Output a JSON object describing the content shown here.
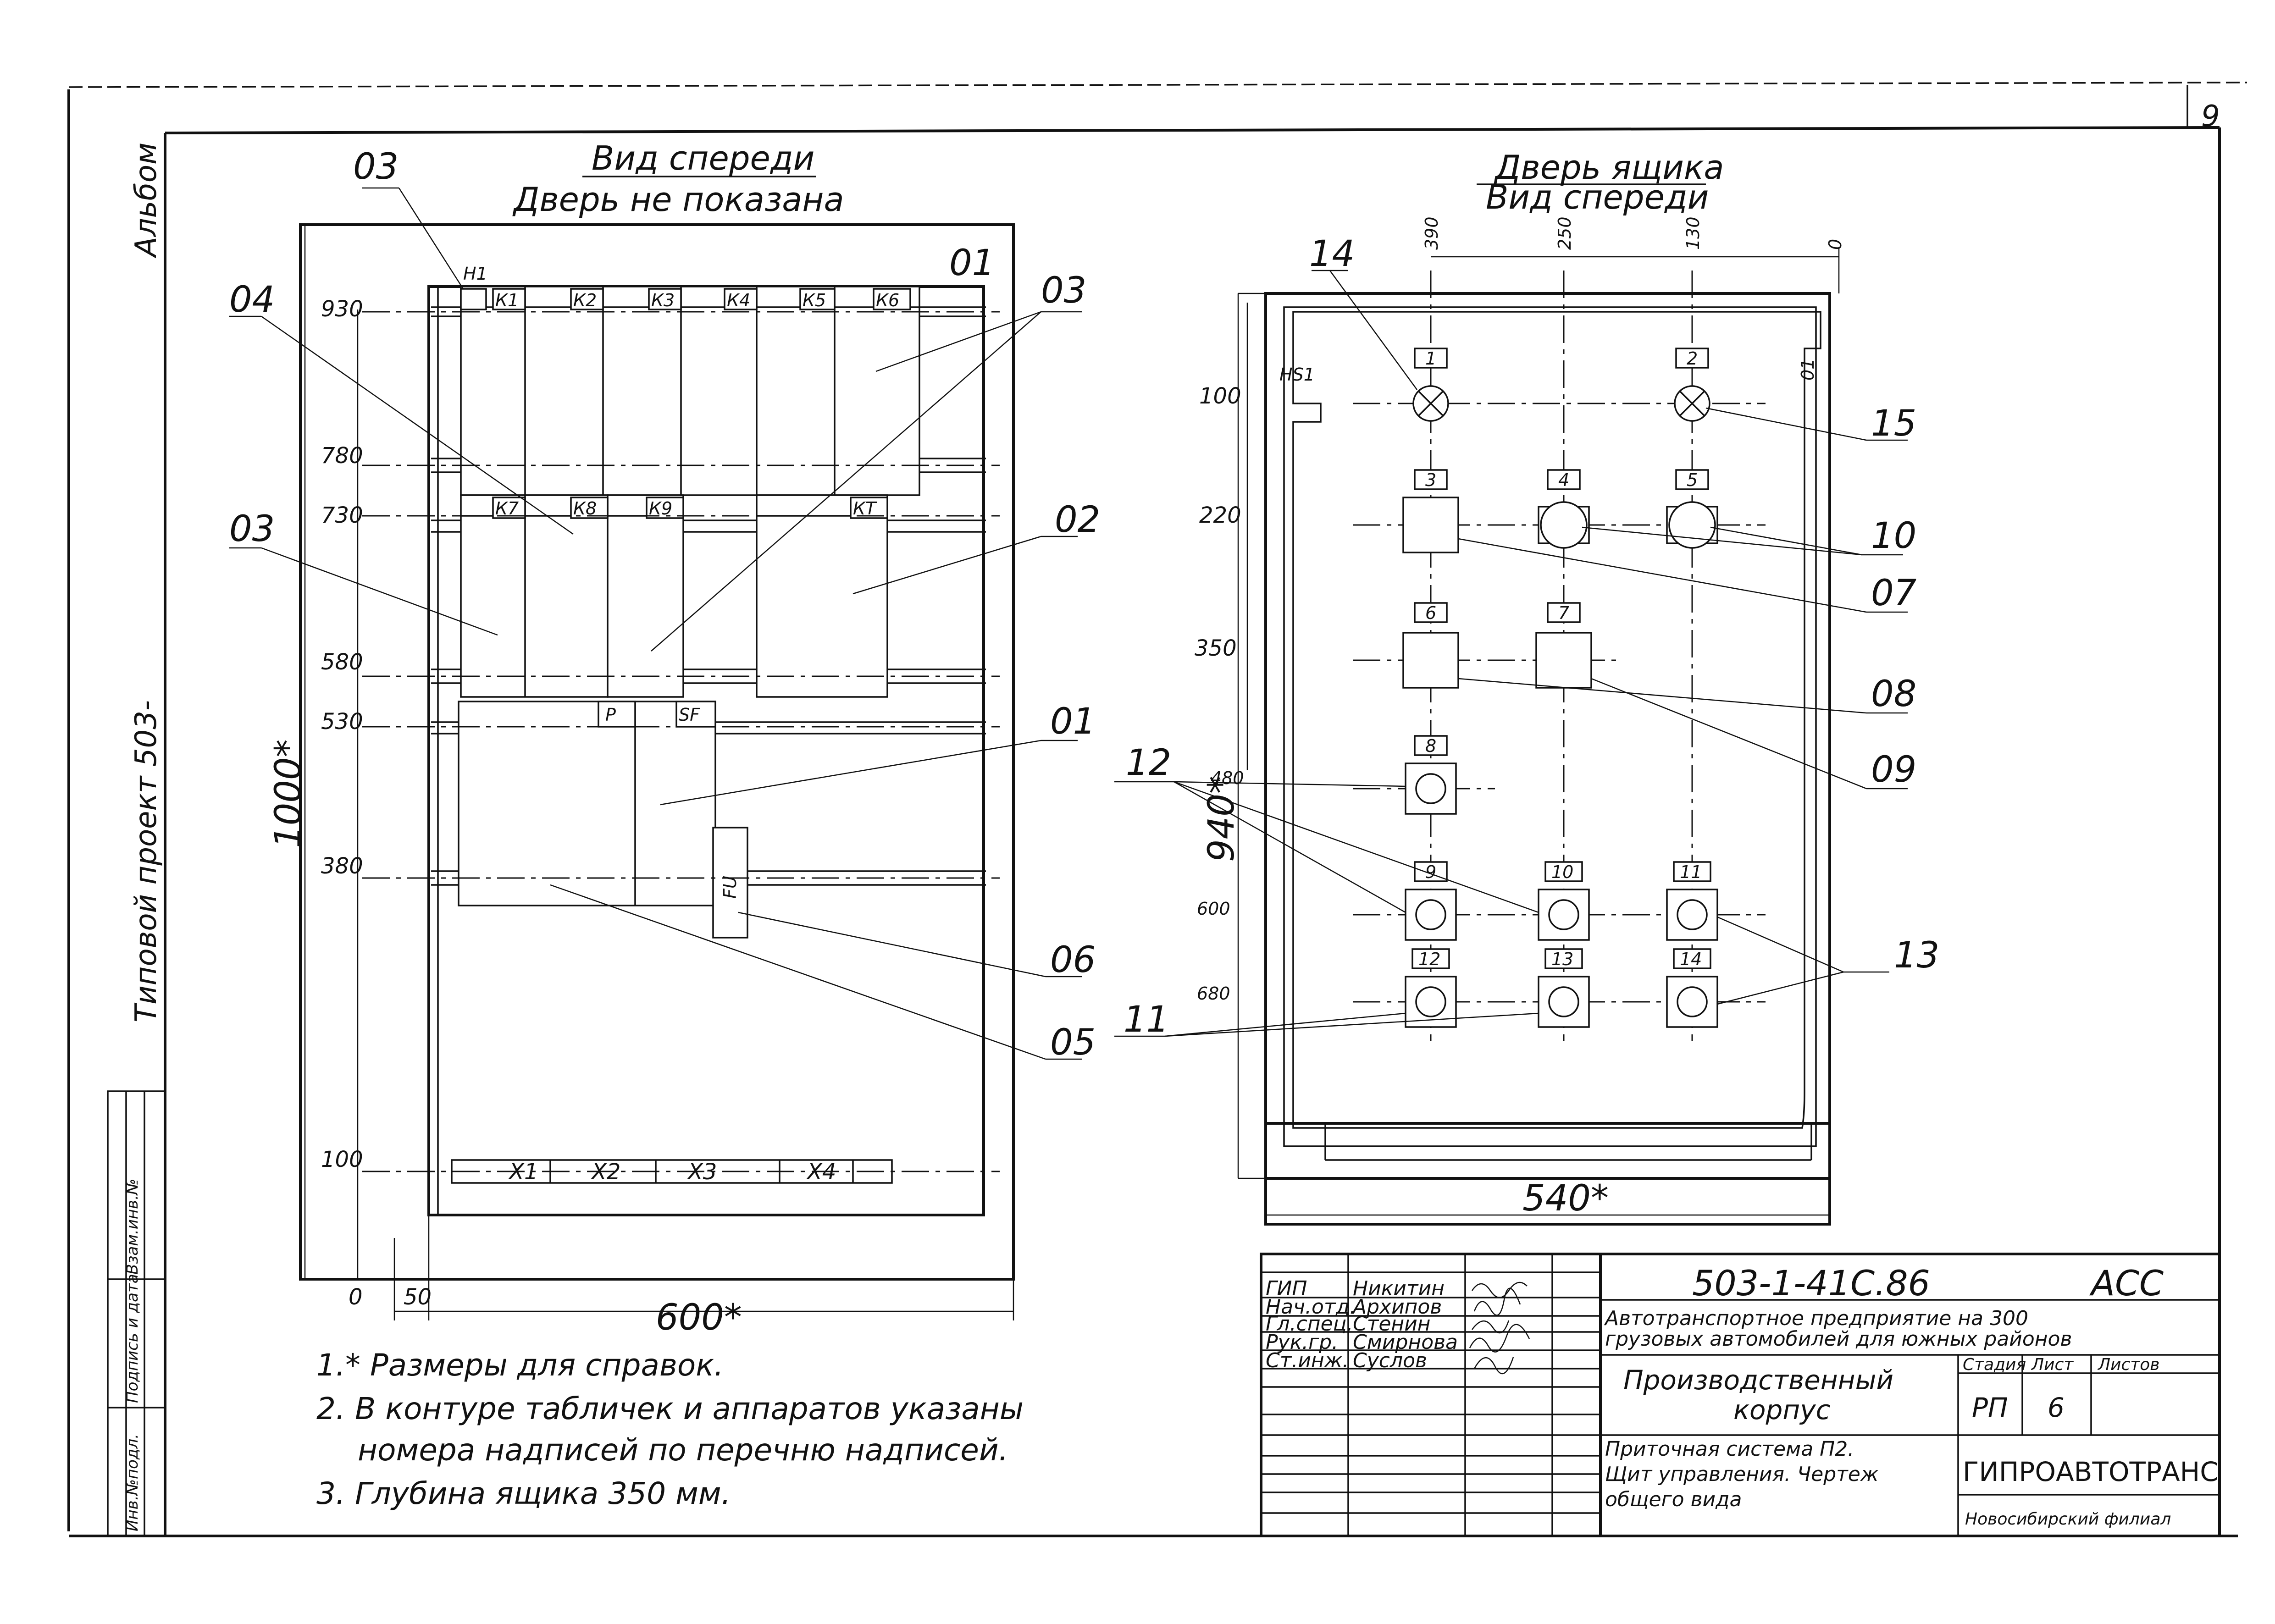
{
  "sheet": {
    "number": "9",
    "album": "Альбом",
    "project_type": "Типовой проект 503-",
    "stamp_cols": [
      "Инв.№подл.",
      "Подпись и дата",
      "Взам.инв.№"
    ]
  },
  "front_view": {
    "title": "Вид спереди",
    "subtitle": "Дверь не показана",
    "tags": {
      "relays_top": [
        "К1",
        "К2",
        "К3",
        "К4",
        "К5",
        "К6"
      ],
      "relays_mid": [
        "К7",
        "К8",
        "К9",
        "КТ"
      ],
      "h1": "Н1",
      "p": "Р",
      "sf": "SF",
      "fu": "FU",
      "terminals": [
        "Х1",
        "Х2",
        "Х3",
        "Х4"
      ]
    },
    "callouts": {
      "c03a": "03",
      "c01": "01",
      "c04": "04",
      "c03b": "03",
      "c03c": "03",
      "c02": "02",
      "c06": "06",
      "c05": "05",
      "c01b": "01"
    },
    "dims": {
      "v930": "930",
      "v780": "780",
      "v730": "730",
      "v580": "580",
      "v530": "530",
      "v380": "380",
      "v100": "100",
      "v0": "0",
      "h50": "50",
      "height": "1000*",
      "width": "600*"
    }
  },
  "door_view": {
    "title": "Дверь ящика",
    "subtitle": "Вид спереди",
    "tags": {
      "hs1": "HS1",
      "q1": "01",
      "plates": [
        "1",
        "2",
        "3",
        "4",
        "5",
        "6",
        "7",
        "8",
        "9",
        "10",
        "11",
        "12",
        "13",
        "14"
      ]
    },
    "callouts": {
      "c14": "14",
      "c15": "15",
      "c10": "10",
      "c07": "07",
      "c08": "08",
      "c09": "09",
      "c12": "12",
      "c13": "13",
      "c11": "11"
    },
    "dims": {
      "t390": "390",
      "t250": "250",
      "t130": "130",
      "t0": "0",
      "r100": "100",
      "r220": "220",
      "r350": "350",
      "r480": "480",
      "r600": "600",
      "r680": "680",
      "height": "940*",
      "width": "540*"
    }
  },
  "notes": [
    "1.* Размеры для справок.",
    "2. В контуре табличек и аппаратов указаны",
    "номера надписей по перечню надписей.",
    "3. Глубина ящика 350 мм."
  ],
  "title_block": {
    "code": "503-1-41С.86",
    "mark": "АСС",
    "enterprise_line1": "Автотранспортное предприятие на 300",
    "enterprise_line2": "грузовых автомобилей для южных районов",
    "building_line1": "Производственный",
    "building_line2": "корпус",
    "stage_label": "Стадия",
    "sheet_label": "Лист",
    "sheets_label": "Листов",
    "stage": "РП",
    "sheet": "6",
    "sheet_title_line1": "Приточная система П2.",
    "sheet_title_line2": "Щит управления. Чертеж",
    "sheet_title_line3": "общего вида",
    "org": "ГИПРОАВТОТРАНС",
    "branch": "Новосибирский филиал",
    "roles": [
      "ГИП",
      "Нач.отд.",
      "Гл.спец.",
      "Рук.гр.",
      "Ст.инж."
    ],
    "names": [
      "Никитин",
      "Архипов",
      "Стенин",
      "Смирнова",
      "Суслов"
    ]
  }
}
